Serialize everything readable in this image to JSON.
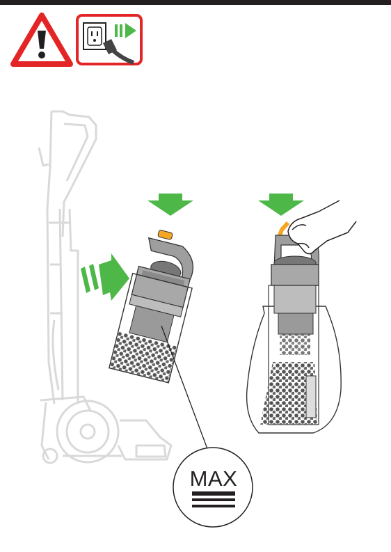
{
  "header": {
    "bar_color": "#231f20",
    "warning_icon": "warning-triangle-icon",
    "unplug_icon": "unplug-from-outlet-icon",
    "warning_color": "#e32526"
  },
  "illustration": {
    "arrow_color": "#4db848",
    "vacuum_outline_color": "#d9d9d9",
    "steps": [
      {
        "id": "remove-bin",
        "arrow": "arrow-down-icon"
      },
      {
        "id": "empty-bin",
        "arrow": "arrow-down-icon"
      }
    ],
    "max_badge": {
      "label": "MAX"
    }
  }
}
